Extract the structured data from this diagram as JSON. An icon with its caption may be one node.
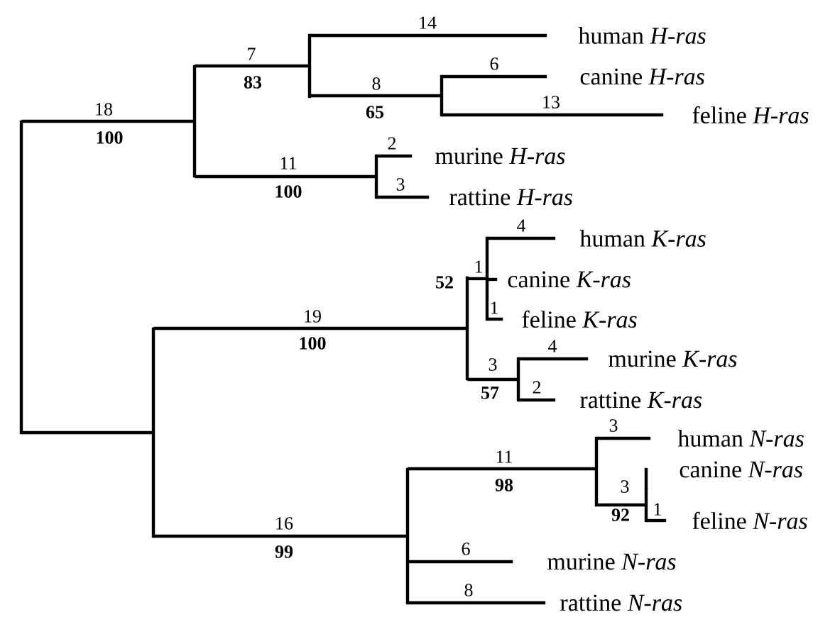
{
  "diagram": {
    "nodes": [
      {
        "text": [],
        "shape": "bar"
      },
      {
        "text": [],
        "shape": "bar"
      },
      {
        "text": [],
        "shape": "bar"
      },
      {
        "text": [
          "human *H-ras*"
        ]
      },
      {
        "text": [],
        "shape": "bar"
      },
      {
        "text": [
          "canine *H-ras*"
        ]
      },
      {
        "text": [
          "feline *H-ras*"
        ]
      },
      {
        "text": [],
        "shape": "bar"
      },
      {
        "text": [
          "murine *H-ras*"
        ]
      },
      {
        "text": [
          "rattine *H-ras*"
        ]
      },
      {
        "text": [],
        "shape": "bar"
      },
      {
        "text": [],
        "shape": "bar"
      },
      {
        "text": [],
        "shape": "bar"
      },
      {
        "text": [
          "human *K-ras*"
        ]
      },
      {
        "text": [
          "canine *K-ras*"
        ]
      },
      {
        "text": [
          "feline *K-ras*"
        ]
      },
      {
        "text": [],
        "shape": "bar"
      },
      {
        "text": [
          "murine *K-ras*"
        ]
      },
      {
        "text": [
          "rattine *K-ras*"
        ]
      },
      {
        "text": [],
        "shape": "bar"
      },
      {
        "text": [],
        "shape": "bar"
      },
      {
        "text": [
          "human *N-ras*"
        ]
      },
      {
        "text": [],
        "shape": "bar"
      },
      {
        "text": [
          "canine *N-ras*"
        ]
      },
      {
        "text": [
          "feline *N-ras*"
        ]
      },
      {
        "text": [
          "murine *N-ras*"
        ]
      },
      {
        "text": [
          "rattine *N-ras*"
        ]
      }
    ],
    "edges": [
      {
        "from": 0,
        "to": 1,
        "arrow": "none",
        "label": "18"
      },
      {
        "from": 1,
        "to": 2,
        "arrow": "none",
        "label": "7"
      },
      {
        "from": 2,
        "to": 3,
        "arrow": "none",
        "label": "14"
      },
      {
        "from": 2,
        "to": 4,
        "arrow": "none",
        "label": "8"
      },
      {
        "from": 4,
        "to": 5,
        "arrow": "none",
        "label": "6"
      },
      {
        "from": 4,
        "to": 6,
        "arrow": "none",
        "label": "13"
      },
      {
        "from": 1,
        "to": 7,
        "arrow": "none",
        "label": "11"
      },
      {
        "from": 7,
        "to": 8,
        "arrow": "none",
        "label": "2"
      },
      {
        "from": 7,
        "to": 9,
        "arrow": "none",
        "label": "3"
      },
      {
        "from": 0,
        "to": 10,
        "arrow": "none"
      },
      {
        "from": 10,
        "to": 11,
        "arrow": "none",
        "label": "19"
      },
      {
        "from": 11,
        "to": 12,
        "arrow": "none"
      },
      {
        "from": 12,
        "to": 13,
        "arrow": "none",
        "label": "4"
      },
      {
        "from": 12,
        "to": 14,
        "arrow": "none",
        "label": "1"
      },
      {
        "from": 12,
        "to": 15,
        "arrow": "none",
        "label": "1"
      },
      {
        "from": 11,
        "to": 16,
        "arrow": "none",
        "label": "3"
      },
      {
        "from": 16,
        "to": 17,
        "arrow": "none",
        "label": "4"
      },
      {
        "from": 16,
        "to": 18,
        "arrow": "none",
        "label": "2"
      },
      {
        "from": 10,
        "to": 19,
        "arrow": "none",
        "label": "16"
      },
      {
        "from": 19,
        "to": 20,
        "arrow": "none",
        "label": "11"
      },
      {
        "from": 20,
        "to": 21,
        "arrow": "none",
        "label": "3"
      },
      {
        "from": 20,
        "to": 22,
        "arrow": "none",
        "label": "3"
      },
      {
        "from": 22,
        "to": 23,
        "arrow": "none"
      },
      {
        "from": 22,
        "to": 24,
        "arrow": "none",
        "label": "1"
      },
      {
        "from": 19,
        "to": 25,
        "arrow": "none",
        "label": "6"
      },
      {
        "from": 19,
        "to": 26,
        "arrow": "none",
        "label": "8"
      }
    ],
    "labels": [
      "83",
      "65",
      "100",
      "100",
      "52",
      "100",
      "57",
      "98",
      "92",
      "99"
    ]
  }
}
